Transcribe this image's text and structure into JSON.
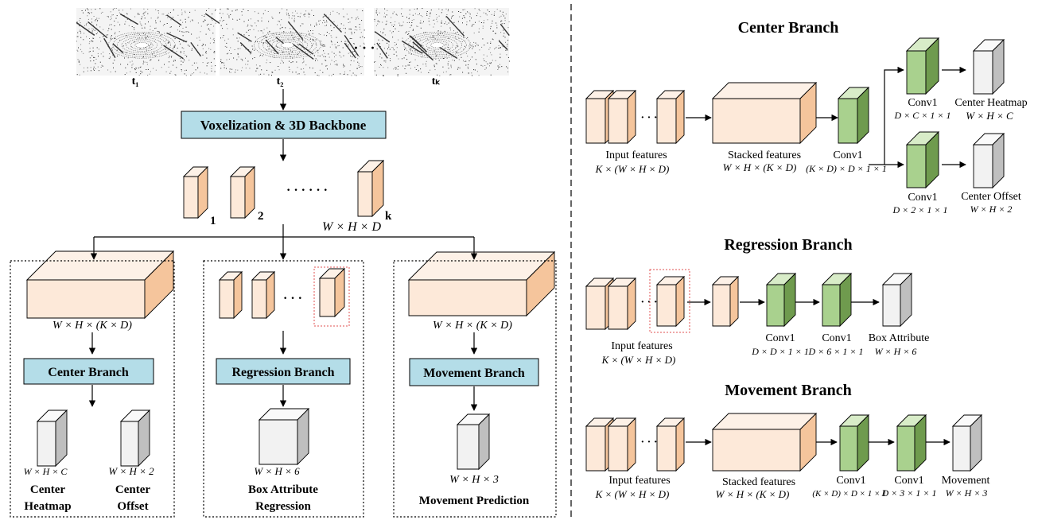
{
  "left": {
    "frames": [
      "t₁",
      "t₂",
      "tₖ"
    ],
    "backbone_label": "Voxelization & 3D Backbone",
    "feature_labels": [
      "1",
      "2",
      "k"
    ],
    "ellipsis": "· · · · · ·",
    "frame_ellipsis": "· · ·",
    "feature_dim": "W × H × D",
    "center": {
      "dim": "W × H × (K × D)",
      "branch_label": "Center Branch",
      "out1_dim": "W × H × C",
      "out1_label_l1": "Center",
      "out1_label_l2": "Heatmap",
      "out2_dim": "W × H × 2",
      "out2_label_l1": "Center",
      "out2_label_l2": "Offset"
    },
    "regression": {
      "ellipsis": "· · ·",
      "branch_label": "Regression Branch",
      "out_dim": "W × H × 6",
      "out_label_l1": "Box Attribute",
      "out_label_l2": "Regression"
    },
    "movement": {
      "dim": "W × H × (K × D)",
      "branch_label": "Movement Branch",
      "out_dim": "W × H × 3",
      "out_label": "Movement Prediction"
    }
  },
  "right": {
    "center_branch": {
      "title": "Center Branch",
      "input_label": "Input features",
      "input_dim": "K × (W × H × D)",
      "stacked_label": "Stacked features",
      "stacked_dim": "W × H × (K × D)",
      "conv_label": "Conv1",
      "conv_dim": "(K × D) × D × 1 × 1",
      "conv_top_label": "Conv1",
      "conv_top_dim": "D × C × 1 × 1",
      "heatmap_label": "Center Heatmap",
      "heatmap_dim": "W × H × C",
      "conv_bot_label": "Conv1",
      "conv_bot_dim": "D × 2 × 1 × 1",
      "offset_label": "Center Offset",
      "offset_dim": "W × H × 2"
    },
    "regression_branch": {
      "title": "Regression Branch",
      "input_label": "Input features",
      "input_dim": "K × (W × H × D)",
      "conv1_label": "Conv1",
      "conv1_dim": "D × D × 1 × 1",
      "conv2_label": "Conv1",
      "conv2_dim": "D × 6 × 1 × 1",
      "out_label": "Box Attribute",
      "out_dim": "W × H × 6"
    },
    "movement_branch": {
      "title": "Movement Branch",
      "input_label": "Input features",
      "input_dim": "K × (W × H × D)",
      "stacked_label": "Stacked features",
      "stacked_dim": "W × H × (K × D)",
      "conv1_label": "Conv1",
      "conv1_dim": "(K × D) × D × 1 × 1",
      "conv2_label": "Conv1",
      "conv2_dim": "D × 3 × 1 × 1",
      "out_label": "Movement",
      "out_dim": "W × H × 3"
    }
  },
  "colors": {
    "peach_front": "#fde9d9",
    "peach_top": "#fdf1e7",
    "peach_side": "#f5c59c",
    "green_front": "#a9d18e",
    "green_top": "#d8ecc8",
    "green_side": "#6f9b4e",
    "gray_front": "#f2f2f2",
    "gray_top": "#fafafa",
    "gray_side": "#bfbfbf",
    "branch_box": "#b4dde8",
    "dashed_red": "#e05050"
  }
}
